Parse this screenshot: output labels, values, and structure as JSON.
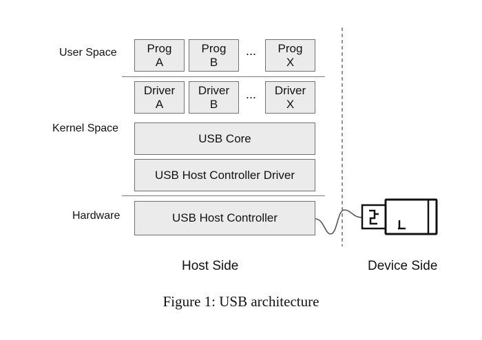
{
  "layers": {
    "user_space": "User Space",
    "kernel_space": "Kernel Space",
    "hardware": "Hardware"
  },
  "user_programs": [
    {
      "line1": "Prog",
      "line2": "A"
    },
    {
      "line1": "Prog",
      "line2": "B"
    },
    {
      "line1": "Prog",
      "line2": "X"
    }
  ],
  "drivers": [
    {
      "line1": "Driver",
      "line2": "A"
    },
    {
      "line1": "Driver",
      "line2": "B"
    },
    {
      "line1": "Driver",
      "line2": "X"
    }
  ],
  "ellipsis": "...",
  "kernel_boxes": {
    "usb_core": "USB Core",
    "host_controller_driver": "USB Host Controller Driver"
  },
  "hardware_box": "USB Host Controller",
  "sides": {
    "host": "Host Side",
    "device": "Device Side"
  },
  "caption": "Figure 1: USB architecture"
}
